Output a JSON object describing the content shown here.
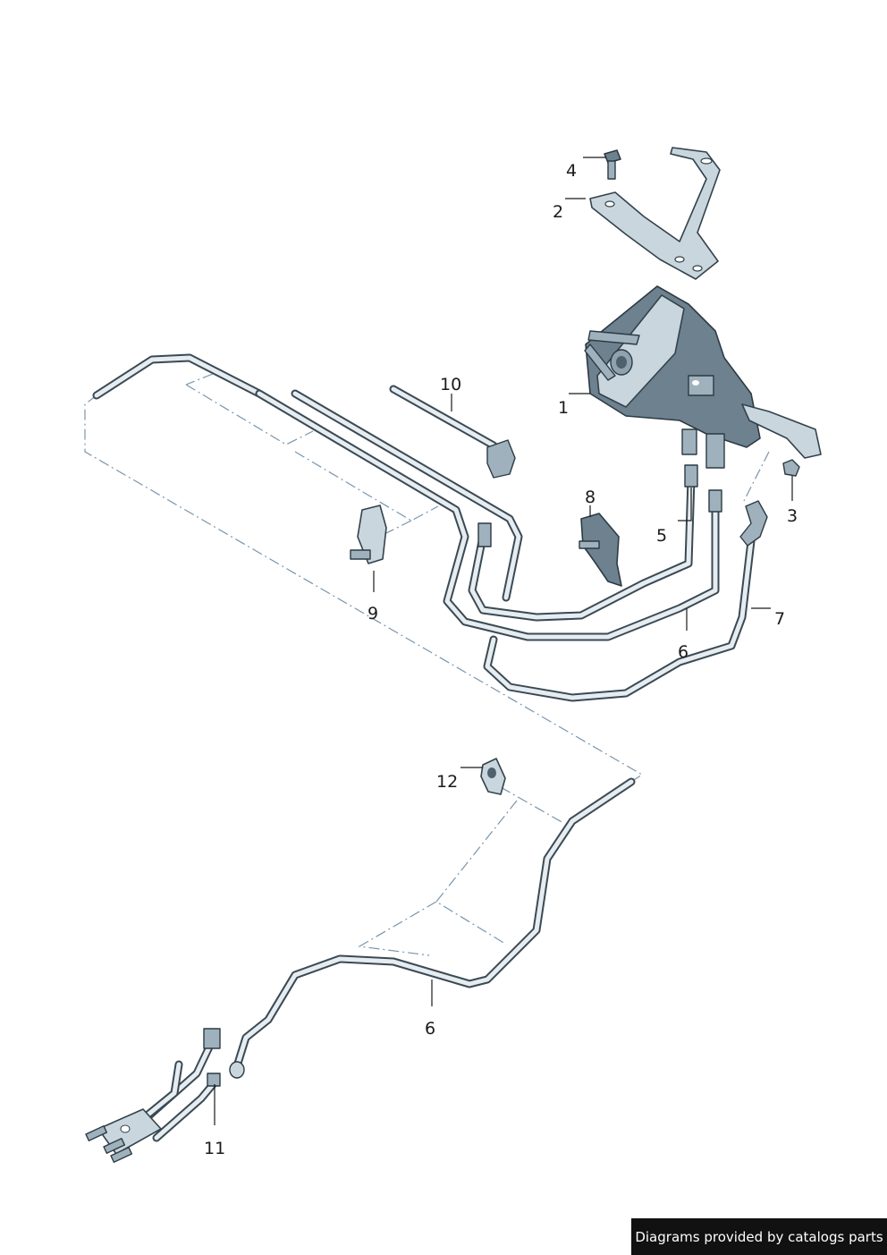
{
  "callouts": {
    "c1": "1",
    "c2": "2",
    "c3": "3",
    "c4": "4",
    "c5": "5",
    "c6a": "6",
    "c6b": "6",
    "c7": "7",
    "c8": "8",
    "c9": "9",
    "c10": "10",
    "c11": "11",
    "c12": "12"
  },
  "footer": {
    "text": "Diagrams provided by catalogs parts"
  },
  "colors": {
    "line": "#1a1a1a",
    "dash": "#7a95ab",
    "part_fill": "#c9d6dd",
    "badge_bg": "#111111"
  }
}
